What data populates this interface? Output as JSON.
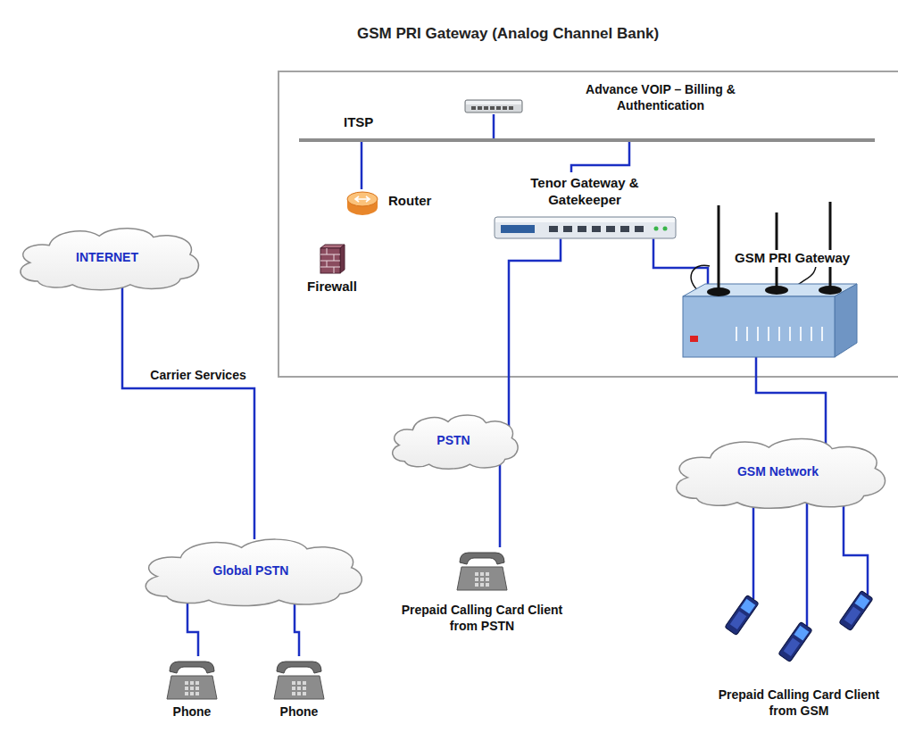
{
  "diagram": {
    "title": "GSM PRI Gateway (Analog Channel Bank)",
    "nodes": [
      {
        "text": [
          "ITSP"
        ]
      },
      {
        "text": [
          "Advance VOIP – Billing & Authentication"
        ]
      },
      {
        "text": [
          "Router"
        ]
      },
      {
        "text": [
          "Tenor Gateway & Gatekeeper"
        ]
      },
      {
        "text": [
          "INTERNET"
        ]
      },
      {
        "text": [
          "Firewall"
        ]
      },
      {
        "text": [
          "GSM PRI Gateway"
        ]
      },
      {
        "text": [
          "PSTN"
        ]
      },
      {
        "text": [
          "GSM Network"
        ]
      },
      {
        "text": [
          "Global PSTN"
        ]
      },
      {
        "text": [
          "Prepaid Calling Card Client from PSTN"
        ]
      },
      {
        "text": [
          "Prepaid Calling Card Client from GSM"
        ]
      },
      {
        "text": [
          "Phone"
        ]
      },
      {
        "text": [
          "Phone"
        ]
      }
    ],
    "edges": [
      {
        "from": 1,
        "to": 0,
        "arrow": "none"
      },
      {
        "from": 0,
        "to": 2,
        "arrow": "none"
      },
      {
        "from": 0,
        "to": 3,
        "arrow": "none"
      },
      {
        "from": 3,
        "to": 7,
        "arrow": "none"
      },
      {
        "from": 3,
        "to": 6,
        "arrow": "none"
      },
      {
        "from": 6,
        "to": 8,
        "arrow": "none"
      },
      {
        "from": 8,
        "to": 11,
        "arrow": "none"
      },
      {
        "from": 8,
        "to": 11,
        "arrow": "none"
      },
      {
        "from": 8,
        "to": 11,
        "arrow": "none"
      },
      {
        "from": 7,
        "to": 10,
        "arrow": "none"
      },
      {
        "from": 4,
        "to": 9,
        "label": "Carrier Services",
        "arrow": "none"
      },
      {
        "from": 9,
        "to": 12,
        "arrow": "none"
      },
      {
        "from": 9,
        "to": 13,
        "arrow": "none"
      }
    ]
  }
}
